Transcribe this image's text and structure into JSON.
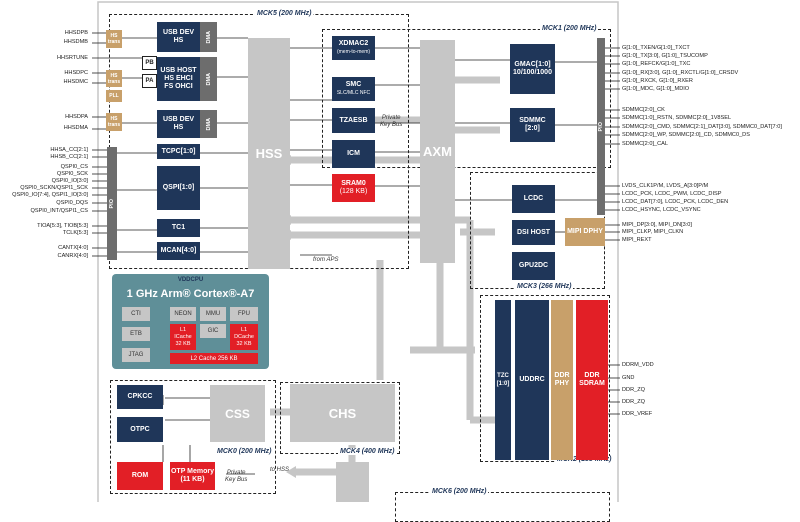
{
  "clocks": {
    "mck5": "MCK5 (200 MHz)",
    "mck1": "MCK1 (200 MHz)",
    "mck3": "MCK3 (266 MHz)",
    "mck0": "MCK0 (200 MHz)",
    "mck4": "MCK4 (400 MHz)",
    "mck2": "MCK2 (133 MHz)",
    "mck6": "MCK6 (200 MHz)"
  },
  "blocks": {
    "usb_dev_hs_1": "USB DEV\nHS",
    "usb_host": "USB HOST\nHS EHCI\nFS OHCI",
    "usb_dev_hs_2": "USB DEV\nHS",
    "dma": "DMA",
    "pb": "PB",
    "pa": "PA",
    "hs_trans": "HS\ntrans",
    "pll": "PLL",
    "tcpc": "TCPC[1:0]",
    "qspi": "QSPI[1:0]",
    "tc1": "TC1",
    "mcan": "MCAN[4:0]",
    "hss": "HSS",
    "xdmac2": "XDMAC2",
    "xdmac2_sub": "(mem-to-mem)",
    "smc": "SMC",
    "smc_sub": "SLC/MLC NFC",
    "tzaesb": "TZAESB",
    "icm": "ICM",
    "sram0": "SRAM0",
    "sram0_sub": "(128 KB)",
    "axm": "AXM",
    "gmac": "GMAC[1:0]\n10/100/1000",
    "sdmmc": "SDMMC\n[2:0]",
    "lcdc": "LCDC",
    "dsi_host": "DSI HOST",
    "mipi_dphy": "MIPI DPHY",
    "gpu2dc": "GPU2DC",
    "pio_left": "PIO",
    "pio_right": "PIO",
    "tzc": "TZC\n[1:0]",
    "uddrc": "UDDRC",
    "ddr_phy": "DDR\nPHY",
    "ddr_sdram": "DDR\nSDRAM",
    "cpkcc": "CPKCC",
    "otpc": "OTPC",
    "rom": "ROM",
    "otp_memory": "OTP Memory\n(11 KB)",
    "css": "CSS",
    "chs": "CHS"
  },
  "cpu": {
    "title": "VDDCPU",
    "name": "1 GHz Arm® Cortex®-A7",
    "cti": "CTI",
    "etb": "ETB",
    "jtag": "JTAG",
    "neon": "NEON",
    "mmu": "MMU",
    "fpu": "FPU",
    "gic": "GIC",
    "l1_icache": "L1\nICache\n32 KB",
    "l1_dcache": "L1\nDCache\n32 KB",
    "l2_cache": "L2 Cache 256 KB"
  },
  "annotations": {
    "private_key_bus_1": "Private\nKey Bus",
    "private_key_bus_2": "Private\nKey Bus",
    "from_aps": "from APS",
    "to_hss": "to HSS"
  },
  "signals_left": [
    "HHSDPB",
    "HHSDMB",
    "HHSRTUNE",
    "HHSDPC",
    "HHSDMC",
    "HHSDPA",
    "HHSDMA",
    "HHSA_CC[2:1]",
    "HHSB_CC[2:1]",
    "QSPI0_CS",
    "QSPI0_SCK",
    "QSPI0_IO[3:0]",
    "QSPI0_SCKN/QSPI1_SCK",
    "QSPI0_IO[7:4], QSPI1_IO[3:0]",
    "QSPI0_DQS",
    "QSPI0_INT/QSPI1_CS",
    "TIOA[5:3], TIOB[5:3]",
    "TCLK[5:3]",
    "CANTX[4:0]",
    "CANRX[4:0]"
  ],
  "signals_right": [
    "G[1:0]_TXEN/G[1:0]_TXCT",
    "G[1:0]_TX[3:0], G[1:0]_TSUCOMP",
    "G[1:0]_REFCK/G[1:0]_TXC",
    "G[1:0]_RX[3:0], G[1:0]_RXCTL/G[1:0]_CRSDV",
    "G[1:0]_RXCK, G[1:0]_RXER",
    "G[1:0]_MDC, G[1:0]_MDIO",
    "SDMMC[2:0]_CK",
    "SDMMC[1:0]_RSTN, SDMMC[2:0]_1V8SEL",
    "SDMMC[2:0]_CMD, SDMMC[2:1]_DAT[3:0], SDMMC0_DAT[7:0]",
    "SDMMC[2:0]_WP, SDMMC[2:0]_CD, SDMMC0_DS",
    "SDMMC[2:0]_CAL",
    "LVDS_CLK1P/M, LVDS_A[3:0]P/M",
    "LCDC_PCK, LCDC_PWM, LCDC_DISP",
    "LCDC_DAT[7:0], LCDC_PCK, LCDC_DEN",
    "LCDC_HSYNC, LCDC_VSYNC",
    "MIPI_DP[3:0], MIPI_DN[3:0]",
    "MIPI_CLKP, MIPI_CLKN",
    "MIPI_REXT",
    "DDRM_VDD",
    "GND",
    "DDR_ZQ",
    "DDR_ZQ",
    "DDR_VREF"
  ]
}
